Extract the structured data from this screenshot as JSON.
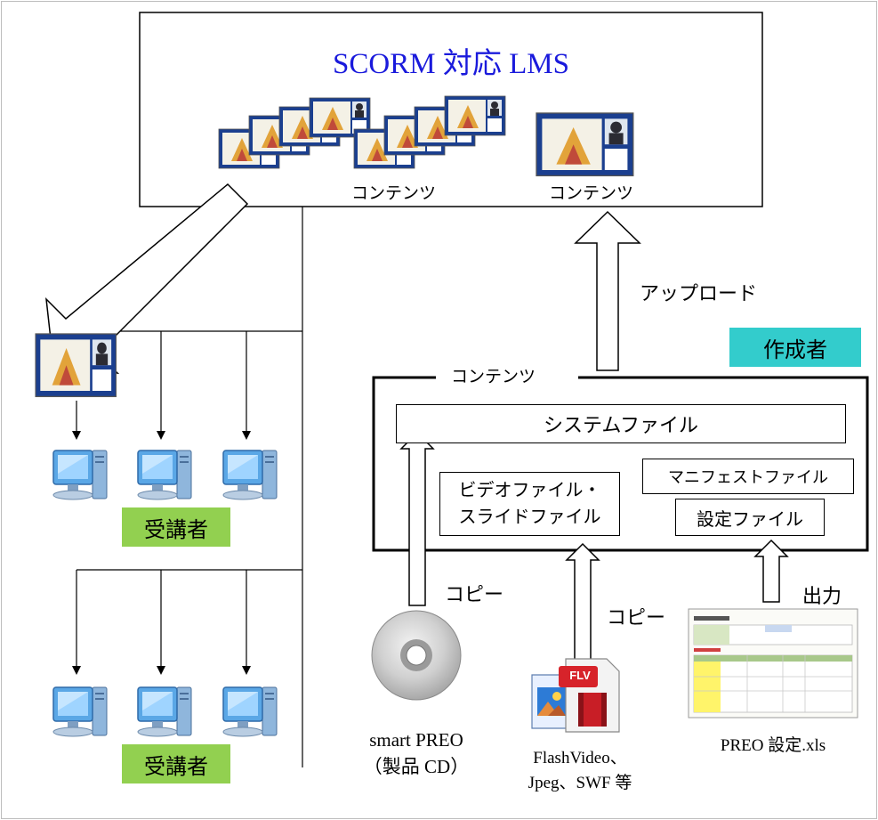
{
  "lms": {
    "title": "SCORM 対応 LMS",
    "contents_label_1": "コンテンツ",
    "contents_label_2": "コンテンツ"
  },
  "upload_label": "アップロード",
  "creator_badge": "作成者",
  "contents_group": {
    "label": "コンテンツ",
    "system_file": "システムファイル",
    "video_slide_file_line1": "ビデオファイル・",
    "video_slide_file_line2": "スライドファイル",
    "manifest_file": "マニフェストファイル",
    "settings_file": "設定ファイル"
  },
  "learner_badge_1": "受講者",
  "learner_badge_2": "受講者",
  "copy_label_1": "コピー",
  "copy_label_2": "コピー",
  "output_label": "出力",
  "sources": {
    "cd_line1": "smart PREO",
    "cd_line2": "（製品 CD）",
    "media_line1": "FlashVideo、",
    "media_line2": "Jpeg、SWF 等",
    "xls_label": "PREO 設定.xls",
    "flv_badge": "FLV"
  },
  "colors": {
    "title_blue": "#1a1adc",
    "creator_bg": "#33cccc",
    "learner_bg": "#92d050",
    "pc_blue": "#5aa7e6"
  },
  "icons": [
    "cd-icon",
    "image-file-icon",
    "flv-file-icon",
    "spreadsheet-icon",
    "computer-icon",
    "content-thumbnail-icon"
  ]
}
